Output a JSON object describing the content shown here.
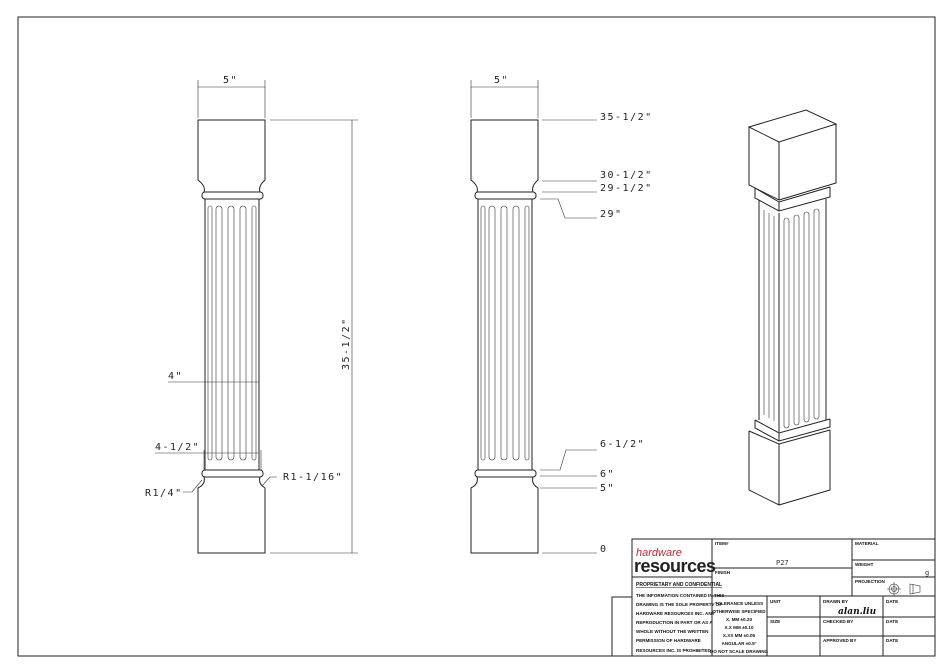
{
  "front_view": {
    "width_top": "5\"",
    "height_total": "35-1/2\"",
    "shaft_width": "4\"",
    "base_neck_width": "4-1/2\"",
    "radius_left": "R1/4\"",
    "radius_right": "R1-1/16\""
  },
  "side_view": {
    "width_top": "5\"",
    "levels": [
      "35-1/2\"",
      "30-1/2\"",
      "29-1/2\"",
      "29\"",
      "6-1/2\"",
      "6\"",
      "5\"",
      "0"
    ]
  },
  "title_block": {
    "logo_top": "hardware",
    "logo_bottom": "resources",
    "logo_color": "#c0272d",
    "proprietary_heading": "PROPRIETARY AND CONFIDENTIAL",
    "proprietary_lines": [
      "THE INFORMATION CONTAINED IN THIS",
      "DRAWING IS THE SOLE PROPERTY OF",
      "HARDWARE RESOURCES INC.  ANY",
      "REPRODUCTION IN PART OR AS A",
      "WHOLE  WITHOUT THE WRITTEN",
      "PERMISSION OF HARDWARE",
      "RESOURCES INC. IS PROHIBITED"
    ],
    "item_label": "ITEM#",
    "item_value": "P27",
    "finish_label": "FINISH",
    "material_label": "MATERIAL",
    "weight_label": "WEIGHT",
    "weight_unit": "g",
    "projection_label": "PROJECTION",
    "tolerance_lines": [
      "TOLERANCE UNLESS",
      "OTHERWISE SPECIFIED",
      "X.   MM   ±0.20",
      "X.X   MM   ±0.10",
      "X.XX  MM  ±0.05",
      "ANGULAR    ±0.5°",
      "DO NOT SCALE DRAWING"
    ],
    "unit_label": "UNIT",
    "size_label": "SIZE",
    "drawn_by_label": "DRAWN BY",
    "drawn_by_value": "alan.liu",
    "checked_by_label": "CHECKED BY",
    "approved_by_label": "APPROVED BY",
    "date_label": "DATE"
  }
}
